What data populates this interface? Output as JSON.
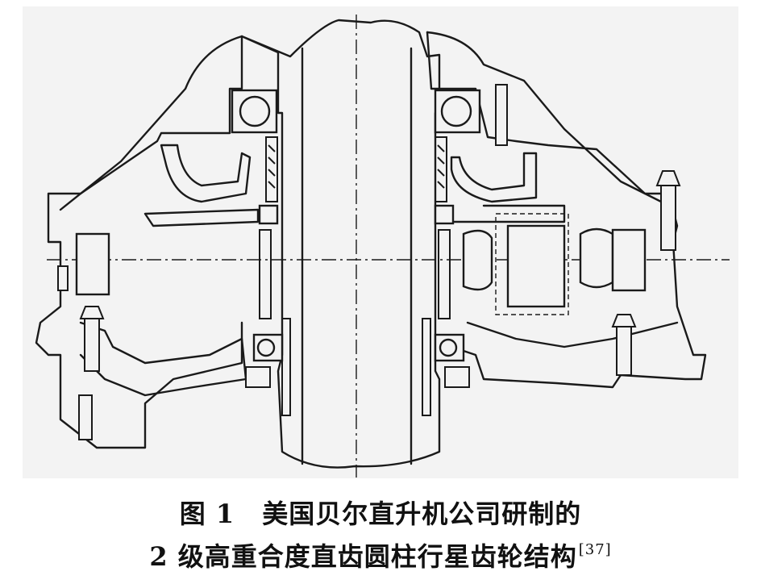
{
  "caption": {
    "figure_label": "图 1",
    "line1_title": "美国贝尔直升机公司研制的",
    "line2_title": "2 级高重合度直齿圆柱行星齿轮结构",
    "reference": "[37]"
  },
  "colors": {
    "ink": "#1a1a1a",
    "paper": "#f2f2f2"
  }
}
